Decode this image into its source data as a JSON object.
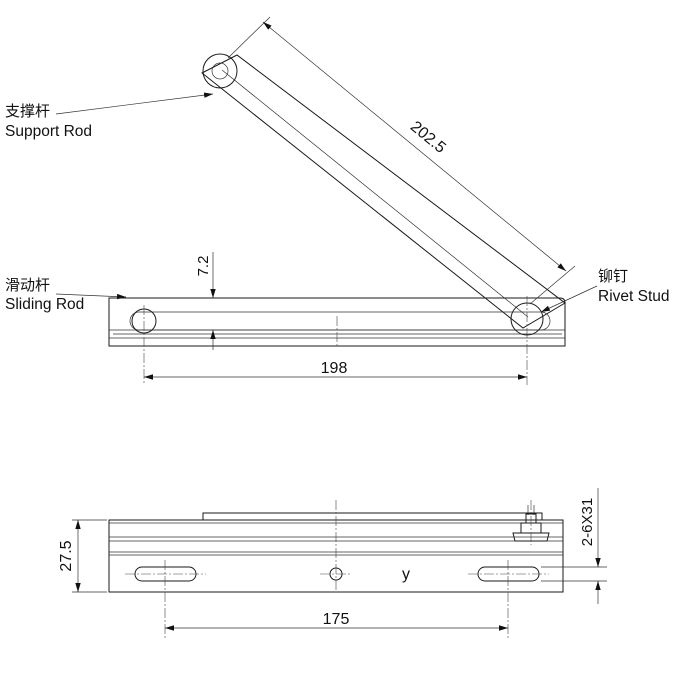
{
  "labels": {
    "support_rod_cn": "支撑杆",
    "support_rod_en": "Support Rod",
    "sliding_rod_cn": "滑动杆",
    "sliding_rod_en": "Sliding Rod",
    "rivet_stud_cn": "铆钉",
    "rivet_stud_en": "Rivet Stud"
  },
  "dimensions": {
    "support_length": "202.5",
    "offset_height": "7.2",
    "slide_length": "198",
    "side_height": "27.5",
    "slot_spacing": "175",
    "slot_size": "2-6X31"
  },
  "marks": {
    "side_symbol": "y"
  }
}
